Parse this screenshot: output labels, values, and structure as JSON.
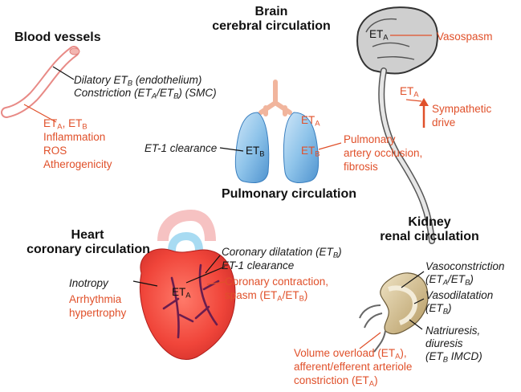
{
  "organs": {
    "blood_vessels": {
      "title": "Blood vessels",
      "dilatory": "Dilatory ET",
      "dilatory_sub": "B",
      "dilatory_tail": " (endothelium)",
      "constriction": "Constriction (ET",
      "constriction_sub1": "A",
      "constriction_mid": "/ET",
      "constriction_sub2": "B",
      "constriction_tail": ") (SMC)",
      "red_line1_a": "ET",
      "red_line1_sub1": "A",
      "red_line1_b": ", ET",
      "red_line1_sub2": "B",
      "red_lines": [
        "Inflammation",
        "ROS",
        "Atherogenicity"
      ]
    },
    "brain": {
      "title_line1": "Brain",
      "title_line2": "cerebral circulation",
      "eta_label": "ET",
      "eta_sub": "A",
      "vasospasm": "Vasospasm",
      "eta2_label": "ET",
      "eta2_sub": "A",
      "sympathetic_line1": "Sympathetic",
      "sympathetic_line2": "drive"
    },
    "pulmonary": {
      "title": "Pulmonary circulation",
      "clearance": "ET-1 clearance",
      "etb_label": "ET",
      "etb_sub": "B",
      "eta_red": "ET",
      "eta_red_sub": "A",
      "etb_red": "ET",
      "etb_red_sub": "B",
      "occlusion_line1": "Pulmonary",
      "occlusion_line2": "artery occlusion,",
      "occlusion_line3": "fibrosis"
    },
    "heart": {
      "title_line1": "Heart",
      "title_line2": "coronary circulation",
      "inotropy": "Inotropy",
      "arrhythmia": "Arrhythmia",
      "hypertrophy": "hypertrophy",
      "eta_label": "ET",
      "eta_sub": "A",
      "dilatation": "Coronary dilatation (ET",
      "dilatation_sub": "B",
      "dilatation_tail": ")",
      "clearance": "ET-1 clearance",
      "contraction_line1": "Coronary contraction,",
      "contraction_line2": "spasm (ET",
      "contraction_sub1": "A",
      "contraction_mid": "/ET",
      "contraction_sub2": "B",
      "contraction_tail": ")"
    },
    "kidney": {
      "title_line1": "Kidney",
      "title_line2": "renal circulation",
      "vasoconstriction": "Vasoconstriction",
      "vc_paren": "(ET",
      "vc_sub1": "A",
      "vc_mid": "/ET",
      "vc_sub2": "B",
      "vc_tail": ")",
      "vasodilatation": "Vasodilatation",
      "vd_paren": "(ET",
      "vd_sub": "B",
      "vd_tail": ")",
      "natriuresis": "Natriuresis,",
      "diuresis": "diuresis",
      "imcd_paren": "(ET",
      "imcd_sub": "B",
      "imcd_tail": " IMCD)",
      "volume_line1": "Volume overload (ET",
      "volume_sub": "A",
      "volume_tail": "),",
      "volume_line2": "afferent/efferent arteriole",
      "volume_line3": "constriction (ET",
      "volume_sub2": "A",
      "volume_tail2": ")"
    }
  },
  "colors": {
    "red_text": "#e0502a",
    "black_text": "#111111",
    "lung_blue": "#8fc4ea",
    "heart_red": "#f04a3c",
    "brain_grey": "#bdbdbd",
    "kidney_tan": "#c9b48a"
  }
}
